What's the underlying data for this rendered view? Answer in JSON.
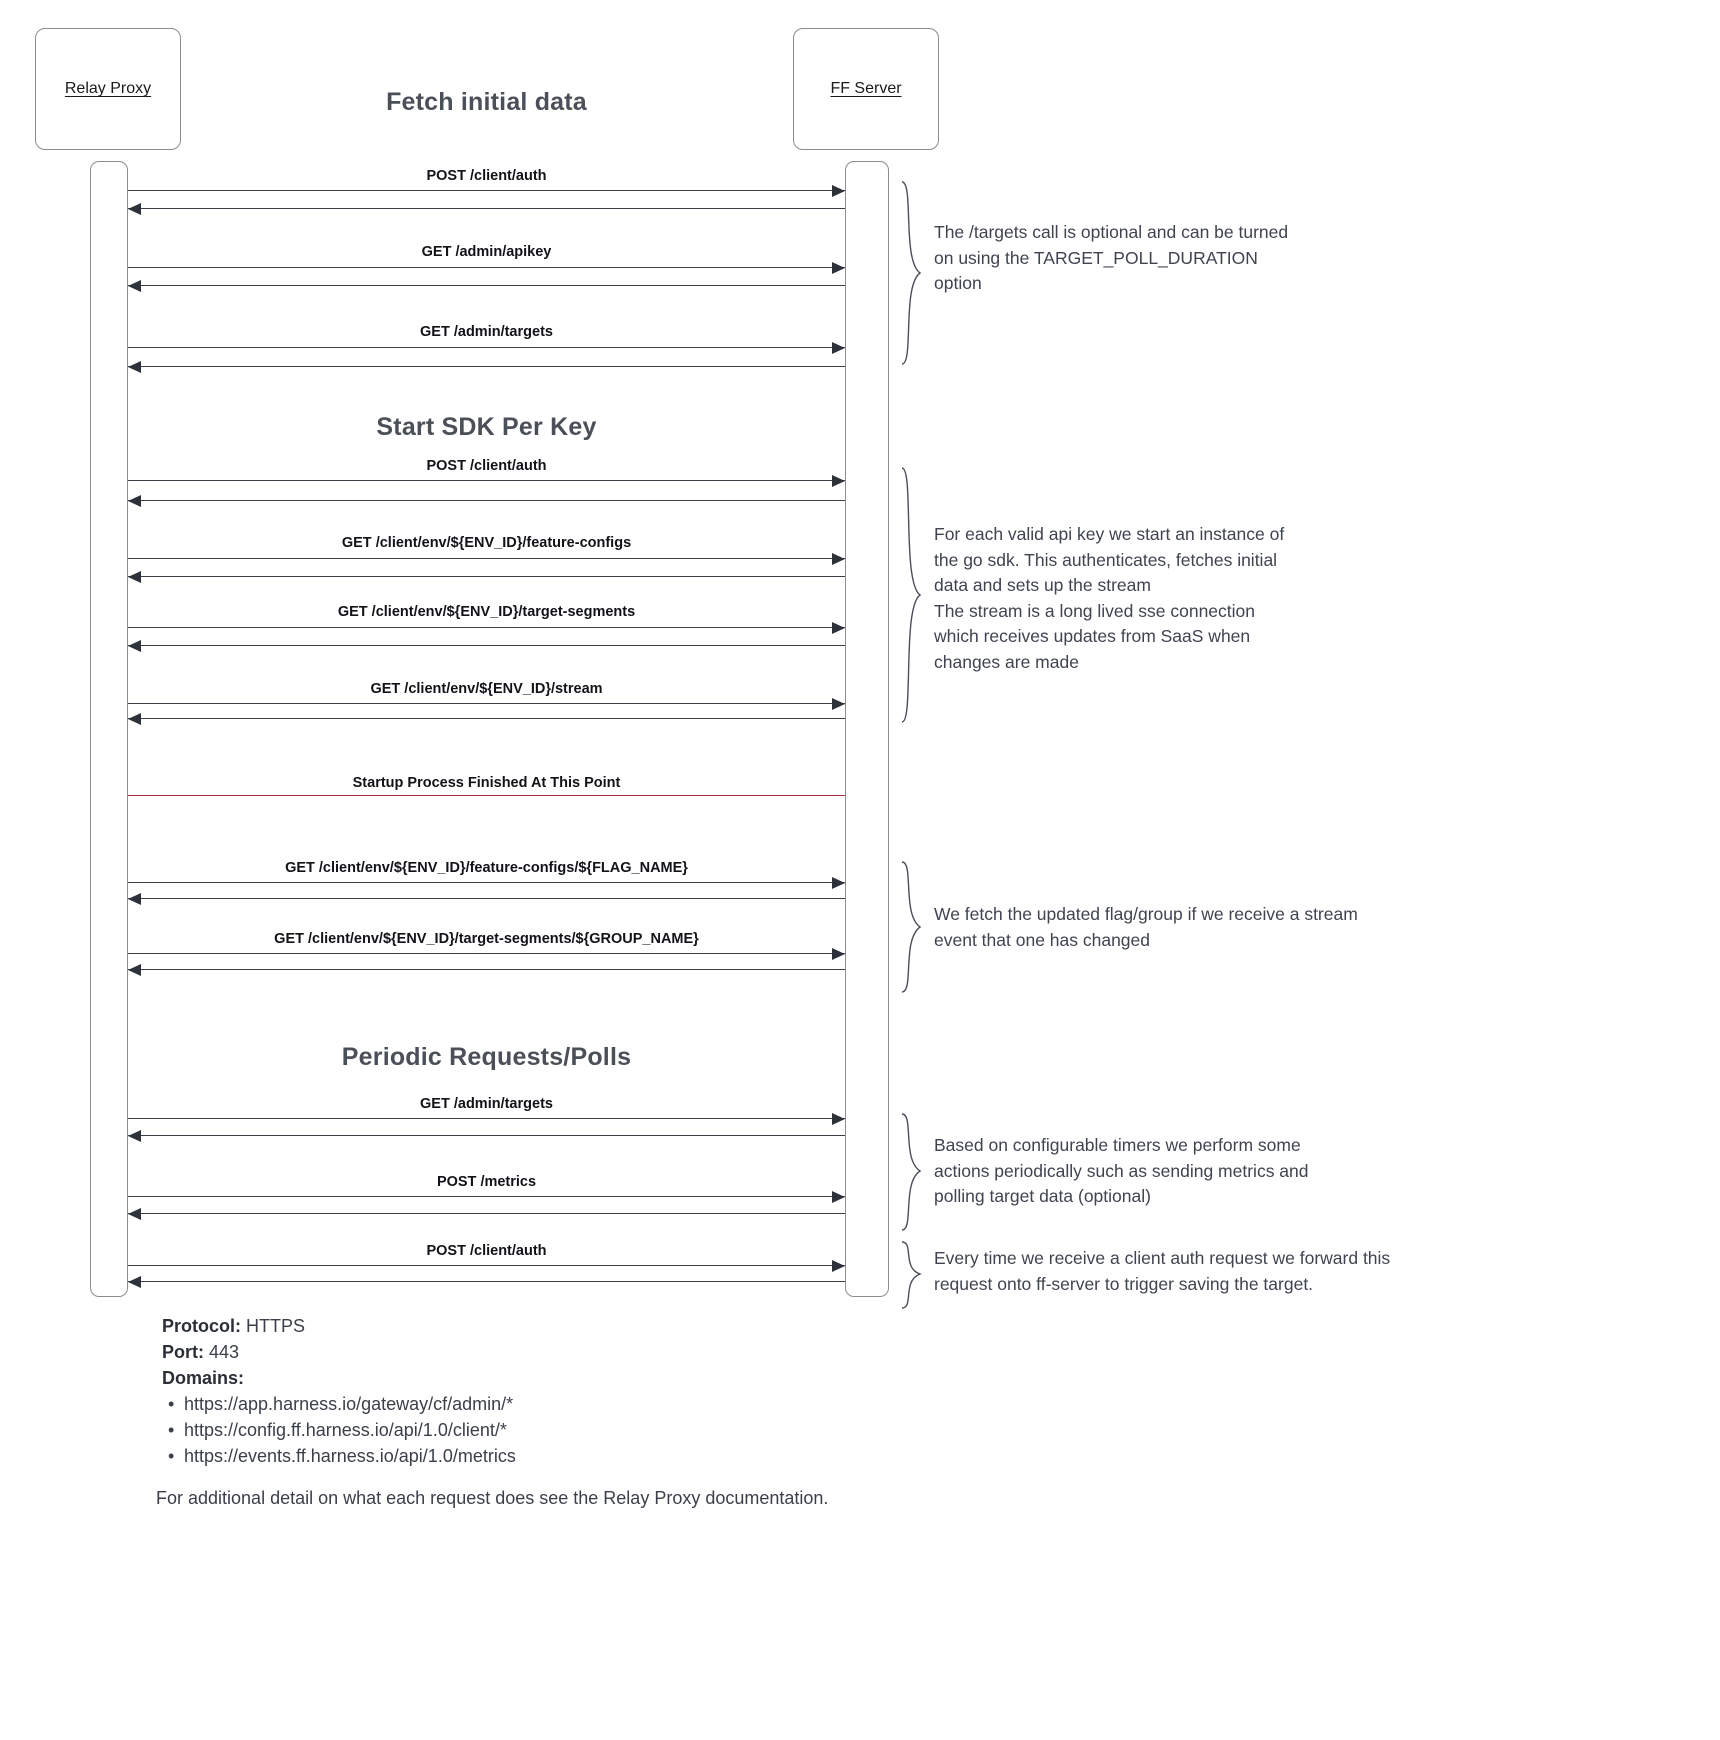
{
  "diagram": {
    "type": "sequence-diagram",
    "participants": [
      {
        "id": "relay-proxy",
        "label": "Relay Proxy"
      },
      {
        "id": "ff-server",
        "label": "FF Server"
      }
    ],
    "sections": [
      {
        "id": "fetch-initial-data",
        "title": "Fetch initial data"
      },
      {
        "id": "start-sdk-per-key",
        "title": "Start SDK Per Key"
      },
      {
        "id": "periodic-requests",
        "title": "Periodic Requests/Polls"
      }
    ],
    "messages": [
      {
        "id": "m1",
        "label": "POST /client/auth"
      },
      {
        "id": "m2",
        "label": "GET /admin/apikey"
      },
      {
        "id": "m3",
        "label": "GET /admin/targets"
      },
      {
        "id": "m4",
        "label": "POST /client/auth"
      },
      {
        "id": "m5",
        "label": "GET /client/env/${ENV_ID}/feature-configs"
      },
      {
        "id": "m6",
        "label": "GET /client/env/${ENV_ID}/target-segments"
      },
      {
        "id": "m7",
        "label": "GET /client/env/${ENV_ID}/stream"
      },
      {
        "id": "m8",
        "label": "GET /client/env/${ENV_ID}/feature-configs/${FLAG_NAME}"
      },
      {
        "id": "m9",
        "label": "GET /client/env/${ENV_ID}/target-segments/${GROUP_NAME}"
      },
      {
        "id": "m10",
        "label": "GET /admin/targets"
      },
      {
        "id": "m11",
        "label": "POST /metrics"
      },
      {
        "id": "m12",
        "label": "POST /client/auth"
      }
    ],
    "divider": {
      "label": "Startup Process Finished At This Point",
      "color": "#b03040"
    },
    "annotations": [
      {
        "id": "a1",
        "text": "The /targets call is optional and can be turned\non using the TARGET_POLL_DURATION\noption"
      },
      {
        "id": "a2",
        "text": "For each valid api key we start an instance of\nthe go sdk. This authenticates, fetches initial\ndata and sets up the stream\nThe stream is a long lived sse connection\nwhich receives updates from SaaS when\nchanges are made"
      },
      {
        "id": "a3",
        "text": "We fetch the updated flag/group if we receive a stream\nevent that one has changed"
      },
      {
        "id": "a4",
        "text": "Based on configurable timers we perform some\nactions periodically such as sending metrics and\npolling target data (optional)"
      },
      {
        "id": "a5",
        "text": "Every time we receive a client auth request we forward this\nrequest onto ff-server to trigger saving the target."
      }
    ]
  },
  "footer": {
    "protocol_label": "Protocol:",
    "protocol_value": "HTTPS",
    "port_label": "Port:",
    "port_value": "443",
    "domains_label": "Domains:",
    "domains": [
      "https://app.harness.io/gateway/cf/admin/*",
      "https://config.ff.harness.io/api/1.0/client/*",
      "https://events.ff.harness.io/api/1.0/metrics"
    ],
    "note": "For additional detail on what each request does see the Relay Proxy documentation."
  }
}
